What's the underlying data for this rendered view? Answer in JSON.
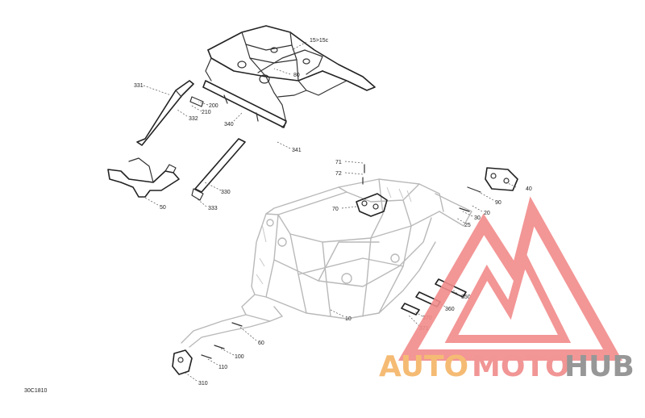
{
  "diagram": {
    "code": "30C1810",
    "callouts": [
      {
        "id": "c15",
        "label": "15>15c"
      },
      {
        "id": "c80",
        "label": "80"
      },
      {
        "id": "c331",
        "label": "331"
      },
      {
        "id": "c200",
        "label": "200"
      },
      {
        "id": "c210",
        "label": "210"
      },
      {
        "id": "c332",
        "label": "332"
      },
      {
        "id": "c340",
        "label": "340"
      },
      {
        "id": "c341",
        "label": "341"
      },
      {
        "id": "c50",
        "label": "50"
      },
      {
        "id": "c330",
        "label": "330"
      },
      {
        "id": "c333",
        "label": "333"
      },
      {
        "id": "c71",
        "label": "71"
      },
      {
        "id": "c72",
        "label": "72"
      },
      {
        "id": "c70",
        "label": "70"
      },
      {
        "id": "c40",
        "label": "40"
      },
      {
        "id": "c90",
        "label": "90"
      },
      {
        "id": "c20",
        "label": "20"
      },
      {
        "id": "c30",
        "label": "30"
      },
      {
        "id": "c25",
        "label": "25"
      },
      {
        "id": "c350",
        "label": "350"
      },
      {
        "id": "c360",
        "label": "360"
      },
      {
        "id": "c370",
        "label": "370"
      },
      {
        "id": "c371",
        "label": "371"
      },
      {
        "id": "c10",
        "label": "10"
      },
      {
        "id": "c60",
        "label": "60"
      },
      {
        "id": "c100",
        "label": "100"
      },
      {
        "id": "c110",
        "label": "110"
      },
      {
        "id": "c310",
        "label": "310"
      }
    ]
  },
  "watermark": {
    "part1": "AUTO",
    "part2": "MOTO",
    "part3": "HUB",
    "color_orange": "#f5b466",
    "color_red": "#f08a8a",
    "color_gray": "#8c8c8c",
    "logo_color": "#f28b8b"
  }
}
